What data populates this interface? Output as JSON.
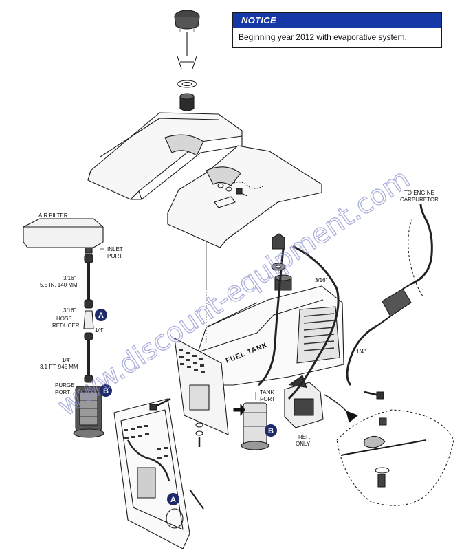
{
  "notice": {
    "title": "NOTICE",
    "text": "Beginning year 2012 with evaporative system."
  },
  "labels": {
    "air_filter": "AIR FILTER",
    "inlet_port": [
      "INLET",
      "PORT"
    ],
    "hose_upper": [
      "3/16\"",
      "5.5 IN. 140 MM"
    ],
    "reducer_in": "3/16\"",
    "hose_reducer": [
      "HOSE",
      "REDUCER"
    ],
    "reducer_out": "1/4\"",
    "hose_lower": [
      "1/4\"",
      "3.1 FT. 945 MM"
    ],
    "purge_port": [
      "PURGE",
      "PORT"
    ],
    "tank_port": [
      "TANK",
      "PORT"
    ],
    "ref_only": [
      "REF.",
      "ONLY"
    ],
    "to_engine": [
      "TO ENGINE",
      "CARBURETOR"
    ],
    "line_3_16": "3/16\"",
    "line_1_4": "1/4\"",
    "fuel_tank": "FUEL TANK"
  },
  "callouts": [
    "A",
    "B"
  ],
  "watermark": "www.discount-equipment.com",
  "colors": {
    "notice_header": "#1538a6",
    "callout_fill": "#1f2a6b",
    "watermark": "#8e94cf",
    "line": "#1a1a1a"
  }
}
